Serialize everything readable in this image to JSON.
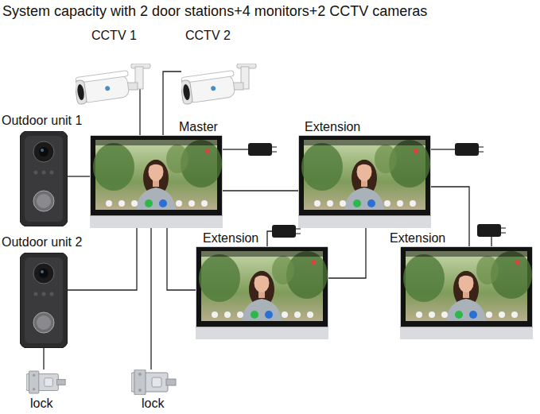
{
  "diagram": {
    "title": "System capacity with 2 door stations+4 monitors+2 CCTV cameras",
    "nodes": [
      {
        "text": [
          "CCTV 1"
        ]
      },
      {
        "text": [
          "CCTV 2"
        ]
      },
      {
        "text": [
          "Outdoor unit 1"
        ]
      },
      {
        "text": [
          "Master"
        ]
      },
      {
        "text": [
          "Extension"
        ]
      },
      {
        "text": [
          "Outdoor unit 2"
        ]
      },
      {
        "text": [
          "Extension"
        ]
      },
      {
        "text": [
          "Extension"
        ]
      },
      {
        "text": [
          "lock"
        ]
      },
      {
        "text": [
          "lock"
        ]
      }
    ],
    "edges": [
      {
        "from": 0,
        "to": 3,
        "arrow": "none"
      },
      {
        "from": 1,
        "to": 3,
        "arrow": "none"
      },
      {
        "from": 2,
        "to": 3,
        "arrow": "none"
      },
      {
        "from": 5,
        "to": 3,
        "arrow": "none"
      },
      {
        "from": 3,
        "to": 4,
        "arrow": "none"
      },
      {
        "from": 3,
        "to": 6,
        "arrow": "none"
      },
      {
        "from": 4,
        "to": 7,
        "arrow": "none"
      },
      {
        "from": 4,
        "to": 6,
        "arrow": "none"
      },
      {
        "from": 5,
        "to": 8,
        "arrow": "none"
      },
      {
        "from": 3,
        "to": 9,
        "arrow": "none"
      }
    ]
  }
}
